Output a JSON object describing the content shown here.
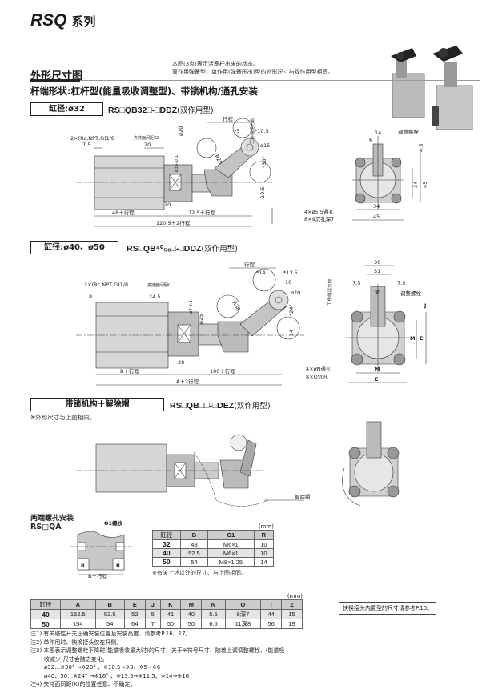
{
  "header": {
    "series_code": "RSQ",
    "series_suffix": "系列"
  },
  "section": {
    "title": "外形尺寸图",
    "note_lines": [
      "本图(3点)表示活塞杆出来的状态。",
      "双作用弹簧型、单作用(弹簧压出)型的外形尺寸与双作用型相同。"
    ],
    "subtitle": "杆端形状:杠杆型(能量吸收调整型)、带锁机构/通孔安装"
  },
  "bore32": {
    "box": "缸径:ø32",
    "model": "RS□QB32□-□DDZ",
    "model_type": "(双作用型)",
    "dims": {
      "port": "2×(Rc,NPT,G)1/8",
      "clamp": "夹持面间距32",
      "d1": "7.5",
      "d2": "20",
      "stroke": "行程",
      "phi20": "ø20",
      "phi6": "ø36-0.1",
      "s5": "*5",
      "s105": "*10.5",
      "phi15": "ø15",
      "r25": "R25",
      "ang30": "*30°",
      "h105": "10.5",
      "w20": "20",
      "b": "48＋行程",
      "c": "72.5＋行程",
      "a": "120.5＋2行程",
      "dir": "工作端运方向"
    },
    "end": {
      "w14": "14",
      "w6": "6",
      "adj": "调整螺栓",
      "h45a": "4.5",
      "h34": "34",
      "h45": "45",
      "w34": "34",
      "w45": "45",
      "hole1": "4×ø5.5通孔",
      "hole2": "8×9沉孔深7"
    }
  },
  "bore4050": {
    "box": "缸径:ø40、ø50",
    "model": "RS□QB⁴⁰₅₀□-□DDZ",
    "model_type": "(双作用型)",
    "dims": {
      "port": "2×(Rc,NPT,G)1/8",
      "clamp": "夹持面间距K",
      "d1": "8",
      "d2": "24.5",
      "stroke": "行程",
      "s14": "*14",
      "s135": "*13.5",
      "d10": "10",
      "phi20": "ø20",
      "r38": "R38",
      "phiT": "øT-0.1",
      "phi25": "ø25",
      "ang24": "*24°",
      "h14": "14",
      "w28": "28",
      "b": "B＋行程",
      "c": "100＋行程",
      "a": "A＋2行程",
      "dir": "工作端运方向"
    },
    "end": {
      "w36": "36",
      "w31": "31",
      "l75": "7.5",
      "r75": "7.5",
      "z": "Z",
      "adj": "调整螺栓",
      "j": "J",
      "m": "M",
      "e": "E",
      "mb": "M",
      "eb": "E",
      "hole1": "4×øN通孔",
      "hole2": "8×O沉孔"
    }
  },
  "lock": {
    "box": "带锁机构＋解除帽",
    "model": "RS□QB□□-□DEZ",
    "model_type": "(双作用型)",
    "note": "※外形尺寸与上图相同。",
    "cap": "解除帽"
  },
  "tapped": {
    "title": "两端螺孔安装",
    "model": "RS□QA",
    "thread": "O1螺纹",
    "r1": "R",
    "r2": "R",
    "b": "B＋行程",
    "unit": "(mm)",
    "headers": [
      "缸径",
      "B",
      "O1",
      "R"
    ],
    "rows": [
      [
        "32",
        "48",
        "M6×1",
        "10"
      ],
      [
        "40",
        "52.5",
        "M6×1",
        "10"
      ],
      [
        "50",
        "54",
        "M8×1.25",
        "14"
      ]
    ],
    "note": "※有关上述以外的尺寸、与上图相同。"
  },
  "main_table": {
    "unit": "(mm)",
    "headers": [
      "缸径",
      "A",
      "B",
      "E",
      "J",
      "K",
      "M",
      "N",
      "O",
      "T",
      "Z"
    ],
    "rows": [
      [
        "40",
        "152.5",
        "52.5",
        "52",
        "5",
        "41",
        "40",
        "5.5",
        "9深7",
        "44",
        "15"
      ],
      [
        "50",
        "154",
        "54",
        "64",
        "7",
        "50",
        "50",
        "6.6",
        "11深8",
        "56",
        "19"
      ]
    ]
  },
  "notes": [
    "注1) 有关磁性开关正确安装位置及安装高度、请参考P.16、17。",
    "注2) 单作用时、快换接头仅在杆侧。",
    "注3) 本图表示调整螺栓下降时(能量吸收最大时)的尺寸、关于※符号尺寸、随着上调调整螺栓、(能量吸",
    "收减少)尺寸会随之变化。",
    "ø32…※30° →※20° 、※10.5→※9、※5→※6",
    "ø40、50…※24° →※16° 、※13.5→※11.5、※14→※16",
    "注4) 夹持面间距(K)的位置任意、不确定。"
  ],
  "side_note": "快换接头内置型的尺寸请参考P.10。"
}
